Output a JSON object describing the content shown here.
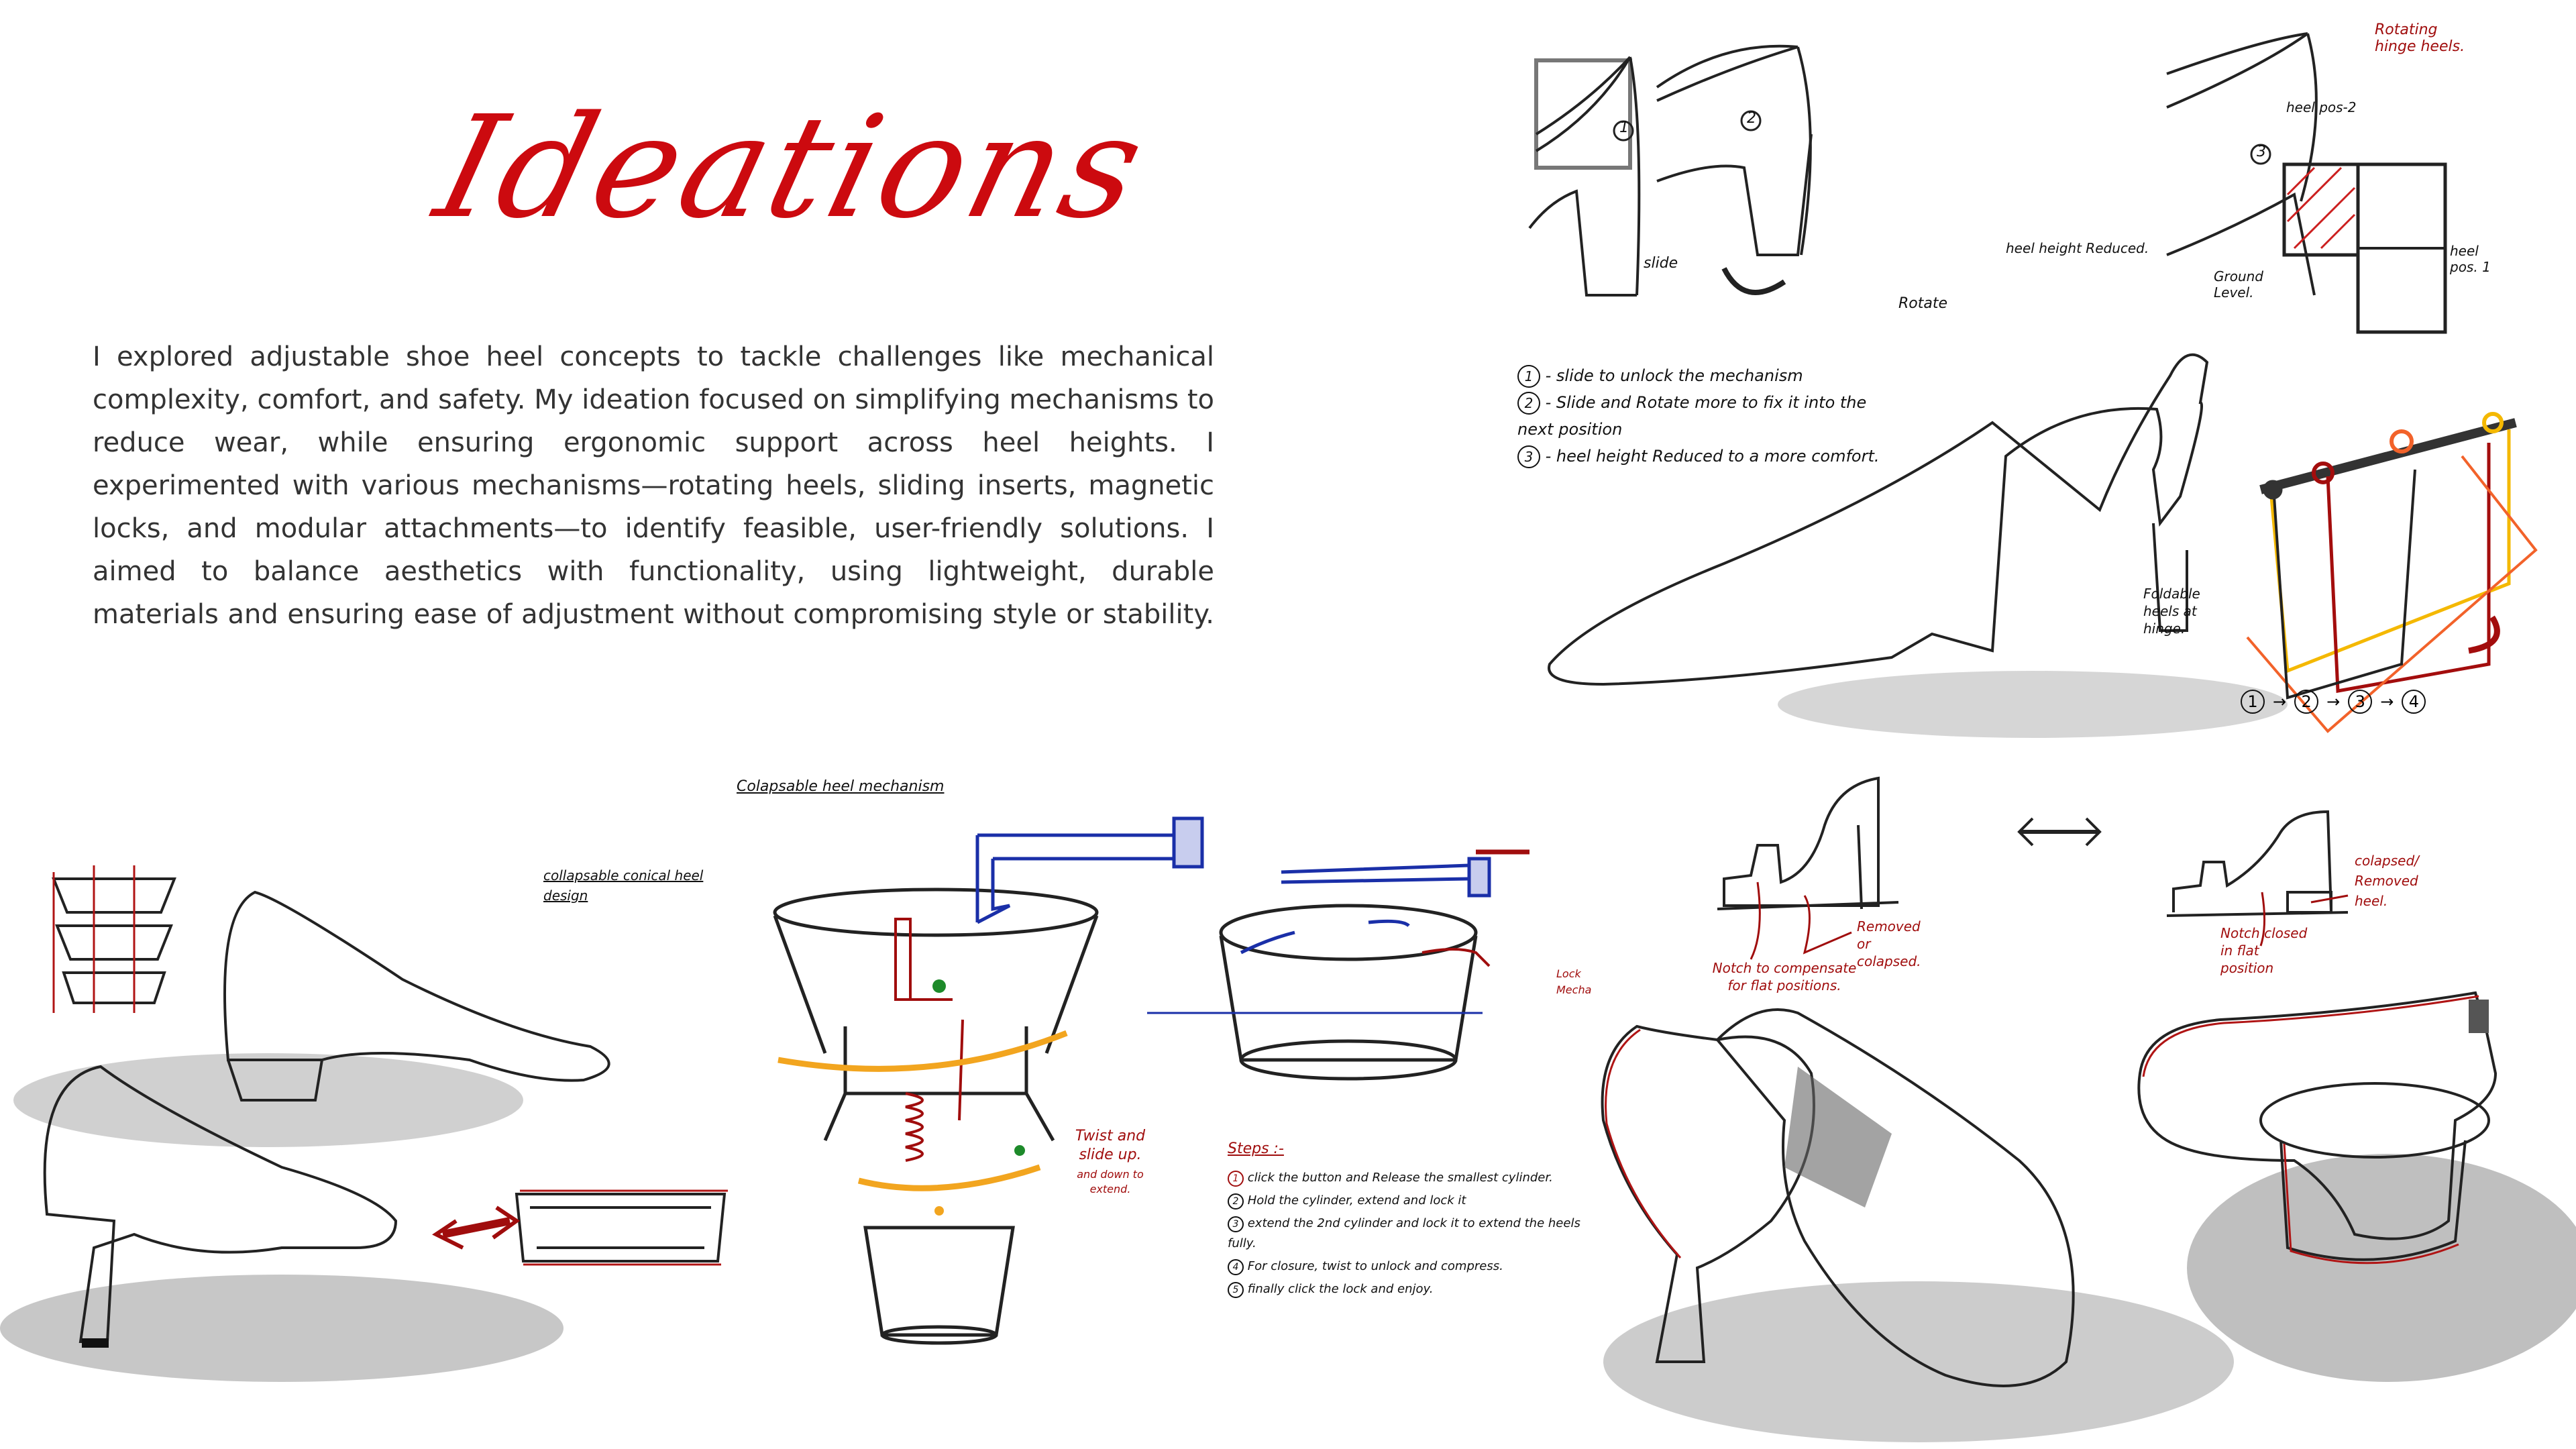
{
  "page": {
    "title": "Ideations",
    "intro_text": "I explored adjustable shoe heel concepts to tackle challenges like mechanical complexity, comfort, and safety. My ideation focused on simplifying mechanisms to reduce wear, while ensuring ergonomic support across heel heights. I experimented with various mechanisms—rotating heels, sliding inserts, magnetic locks, and modular attachments—to identify feasible, user-friendly solutions. I aimed to balance aesthetics with functionality, using lightweight, durable materials and ensuring ease of adjustment without compromising style or stability."
  },
  "colors": {
    "title_red": "#cc0a0f",
    "annotation_red": "#a00d0d",
    "mechanism_blue": "#1a2fa8",
    "hinge_yellow": "#f4b800",
    "hinge_orange": "#f2622a",
    "text_gray": "#333333"
  },
  "rotating_heel_sketch": {
    "frames": [
      "1",
      "2",
      "3"
    ],
    "slide_label": "slide",
    "rotate_label": "Rotate",
    "reduced_label": "heel height Reduced.",
    "ground_label": "Ground Level.",
    "hinge_title": "Rotating hinge heels.",
    "pos2_label": "heel pos-2",
    "pos1_label": "heel pos. 1"
  },
  "rotating_heel_steps": [
    {
      "num": "1",
      "text": "- slide to unlock the mechanism"
    },
    {
      "num": "2",
      "text": "- Slide and Rotate more to fix it into the next position"
    },
    {
      "num": "3",
      "text": "- heel height Reduced to a more comfort."
    }
  ],
  "foldable_heel": {
    "label": "Foldable heels at hinge.",
    "markers": [
      "1",
      "2",
      "3",
      "4"
    ],
    "sequence": [
      "1",
      "2",
      "3",
      "4"
    ]
  },
  "notch_sketch": {
    "notch_label": "Notch to compensate for flat positions.",
    "removed_label": "Removed or colapsed.",
    "notch_closed_label": "Notch closed in flat position",
    "collapsed_label": "colapsed/ Removed heel."
  },
  "conical_heel": {
    "label": "collapsable conical heel design"
  },
  "collapsible_mechanism": {
    "title": "Colapsable heel mechanism",
    "twist_label": "Twist and slide up.",
    "twist_sub": "and down to extend.",
    "lock_label": "Lock Mecha"
  },
  "steps": {
    "title": "Steps :-",
    "items": [
      {
        "num": "1",
        "text": "click the button and Release the smallest cylinder."
      },
      {
        "num": "2",
        "text": "Hold the cylinder, extend and lock it"
      },
      {
        "num": "3",
        "text": "extend the 2nd cylinder and lock it to extend the heels fully."
      },
      {
        "num": "4",
        "text": "For closure, twist to unlock and compress."
      },
      {
        "num": "5",
        "text": "finally click the lock and enjoy."
      }
    ]
  }
}
